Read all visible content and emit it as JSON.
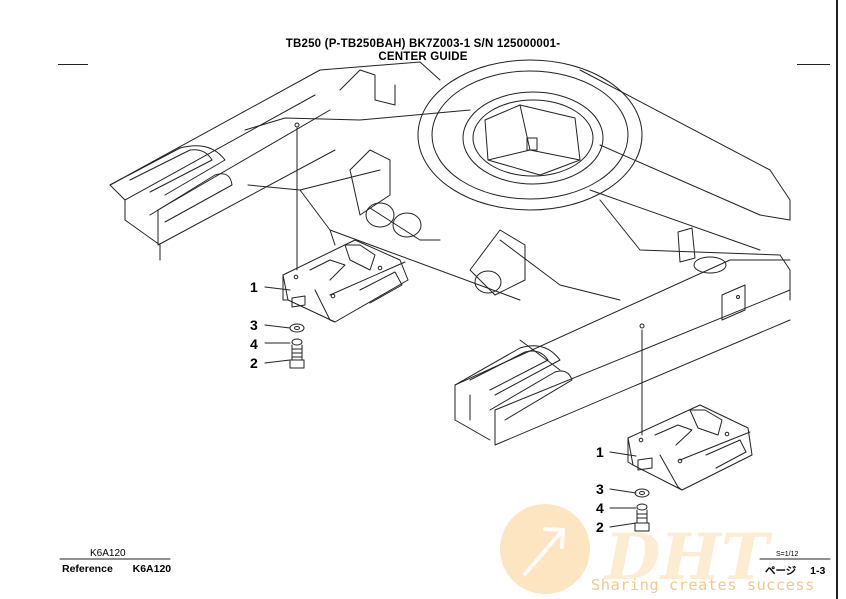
{
  "header": {
    "title_line1": "TB250 (P-TB250BAH) BK7Z003-1 S/N 125000001-",
    "title_line2": "CENTER GUIDE"
  },
  "callouts": {
    "left": [
      "1",
      "3",
      "4",
      "2"
    ],
    "right": [
      "1",
      "3",
      "4",
      "2"
    ]
  },
  "footer": {
    "ref_small": "K6A120",
    "reference_label": "Reference",
    "reference_value": "K6A120",
    "scale": "S=1/12",
    "page_label": "ページ",
    "page_number": "1-3"
  },
  "watermark": {
    "logo_text": "DHT",
    "slogan": "Sharing creates success"
  },
  "colors": {
    "line": "#222222",
    "watermark": "#f5b54a"
  }
}
